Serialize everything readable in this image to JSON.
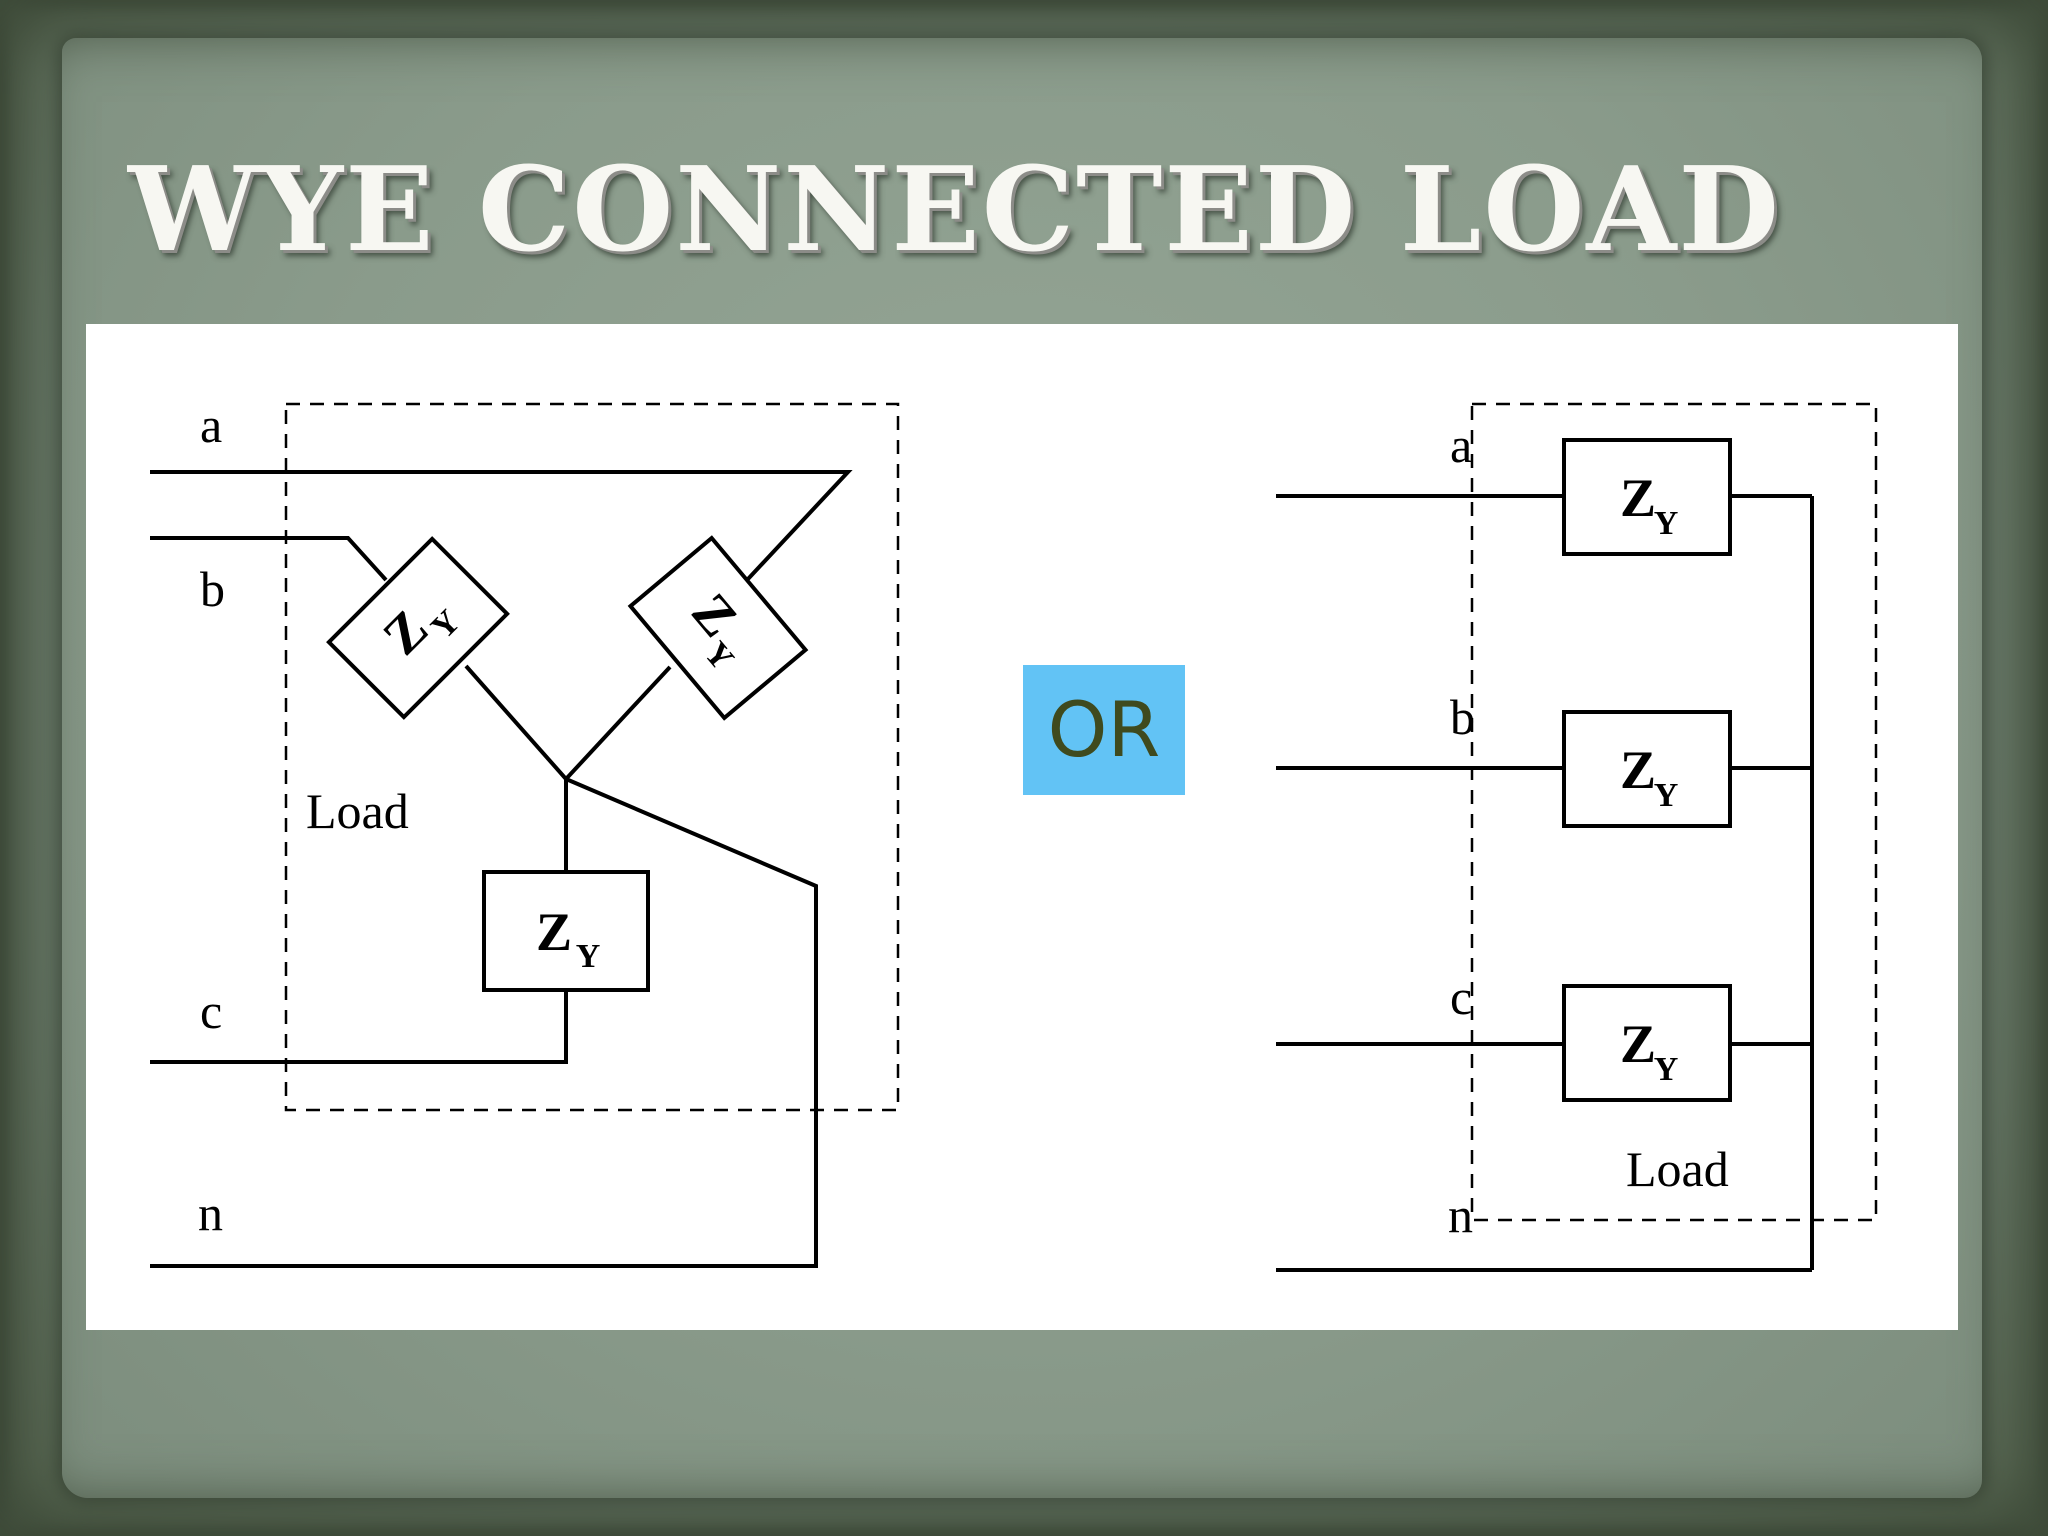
{
  "slide": {
    "title": "WYE CONNECTED LOAD"
  },
  "diagram_left": {
    "line_labels": [
      "a",
      "b",
      "c",
      "n"
    ],
    "load_label": "Load",
    "impedances": [
      {
        "symbol": "Z",
        "subscript": "Y"
      },
      {
        "symbol": "Z",
        "subscript": "Y"
      },
      {
        "symbol": "Z",
        "subscript": "Y"
      }
    ]
  },
  "separator": {
    "text": "OR",
    "background": "#62c3f5",
    "text_color": "#3f4a1e"
  },
  "diagram_right": {
    "line_labels": [
      "a",
      "b",
      "c",
      "n"
    ],
    "load_label": "Load",
    "impedances": [
      {
        "symbol": "Z",
        "subscript": "Y"
      },
      {
        "symbol": "Z",
        "subscript": "Y"
      },
      {
        "symbol": "Z",
        "subscript": "Y"
      }
    ]
  }
}
